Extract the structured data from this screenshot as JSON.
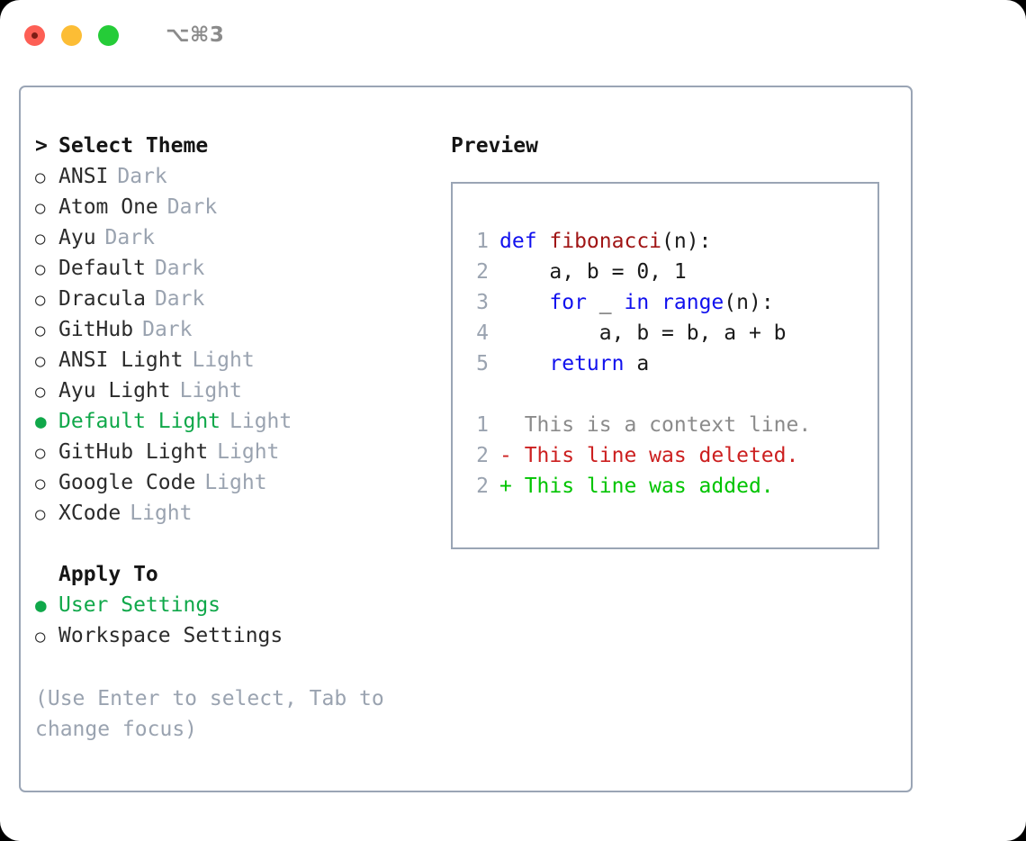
{
  "titlebar": {
    "shortcut": "⌥⌘3",
    "buttons": [
      {
        "name": "close",
        "color": "#fd5f55"
      },
      {
        "name": "minimize",
        "color": "#fcbd35"
      },
      {
        "name": "maximize",
        "color": "#25cc38"
      }
    ]
  },
  "theme_section": {
    "header_marker": ">",
    "header": "Select Theme",
    "markers": {
      "selected": "●",
      "unselected": "○"
    },
    "items": [
      {
        "label": "ANSI",
        "tag": "Dark",
        "selected": false
      },
      {
        "label": "Atom One",
        "tag": "Dark",
        "selected": false
      },
      {
        "label": "Ayu",
        "tag": "Dark",
        "selected": false
      },
      {
        "label": "Default",
        "tag": "Dark",
        "selected": false
      },
      {
        "label": "Dracula",
        "tag": "Dark",
        "selected": false
      },
      {
        "label": "GitHub",
        "tag": "Dark",
        "selected": false
      },
      {
        "label": "ANSI Light",
        "tag": "Light",
        "selected": false
      },
      {
        "label": "Ayu Light",
        "tag": "Light",
        "selected": false
      },
      {
        "label": "Default Light",
        "tag": "Light",
        "selected": true
      },
      {
        "label": "GitHub Light",
        "tag": "Light",
        "selected": false
      },
      {
        "label": "Google Code",
        "tag": "Light",
        "selected": false
      },
      {
        "label": "XCode",
        "tag": "Light",
        "selected": false
      }
    ]
  },
  "apply_to_section": {
    "header": "Apply To",
    "items": [
      {
        "label": "User Settings",
        "selected": true
      },
      {
        "label": "Workspace Settings",
        "selected": false
      }
    ]
  },
  "help_text": "(Use Enter to select, Tab to change focus)",
  "preview": {
    "title": "Preview",
    "code_lines": [
      {
        "num": "1",
        "tokens": [
          {
            "t": "def ",
            "c": "kw"
          },
          {
            "t": "fibonacci",
            "c": "fn"
          },
          {
            "t": "(n):",
            "c": "plain"
          }
        ]
      },
      {
        "num": "2",
        "tokens": [
          {
            "t": "    a, b = 0, 1",
            "c": "plain"
          }
        ]
      },
      {
        "num": "3",
        "tokens": [
          {
            "t": "    ",
            "c": "plain"
          },
          {
            "t": "for ",
            "c": "kw"
          },
          {
            "t": "_ ",
            "c": "plain"
          },
          {
            "t": "in ",
            "c": "kw"
          },
          {
            "t": "range",
            "c": "kw"
          },
          {
            "t": "(n):",
            "c": "plain"
          }
        ]
      },
      {
        "num": "4",
        "tokens": [
          {
            "t": "        a, b = b, a + b",
            "c": "plain"
          }
        ]
      },
      {
        "num": "5",
        "tokens": [
          {
            "t": "    ",
            "c": "plain"
          },
          {
            "t": "return ",
            "c": "kw"
          },
          {
            "t": "a",
            "c": "plain"
          }
        ]
      }
    ],
    "diff_lines": [
      {
        "num": "1",
        "text": "  This is a context line.",
        "kind": "ctx"
      },
      {
        "num": "2",
        "text": "- This line was deleted.",
        "kind": "del"
      },
      {
        "num": "2",
        "text": "+ This line was added.",
        "kind": "add"
      }
    ]
  },
  "colors": {
    "selected_green": "#10a84a",
    "muted_gray": "#9aa3b0",
    "border": "#9aa5b5",
    "keyword_blue": "#1111ee",
    "function_red": "#a01515",
    "diff_added": "#00c400",
    "diff_deleted": "#cc1f1f"
  }
}
